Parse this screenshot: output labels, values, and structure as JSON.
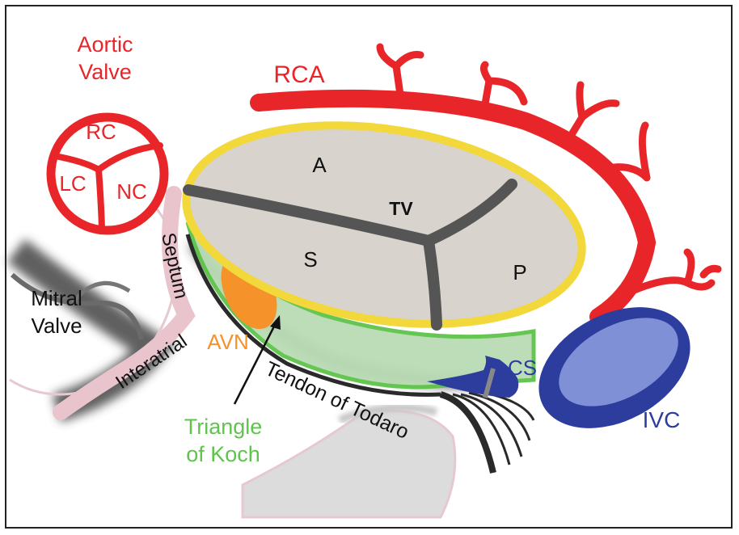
{
  "labels": {
    "aortic_valve_line1": "Aortic",
    "aortic_valve_line2": "Valve",
    "rc": "RC",
    "lc": "LC",
    "nc": "NC",
    "rca": "RCA",
    "a": "A",
    "tv": "TV",
    "s": "S",
    "p": "P",
    "mitral_valve_line1": "Mitral",
    "mitral_valve_line2": "Valve",
    "septum": "Septum",
    "interatrial": "Interatrial",
    "avn": "AVN",
    "cs": "CS",
    "ivc": "IVC",
    "tendon": "Tendon of Todaro",
    "triangle_line1": "Triangle",
    "triangle_line2": "of Koch"
  },
  "colors": {
    "red": "#e8262a",
    "yellow": "#f2d83a",
    "green": "#5ec44a",
    "orange": "#f5922a",
    "blue": "#2c3d9e",
    "light_blue": "#7f90d6",
    "gray_fill": "#d8d3cc",
    "dark_gray": "#555555",
    "pink": "#e9c4cc"
  }
}
